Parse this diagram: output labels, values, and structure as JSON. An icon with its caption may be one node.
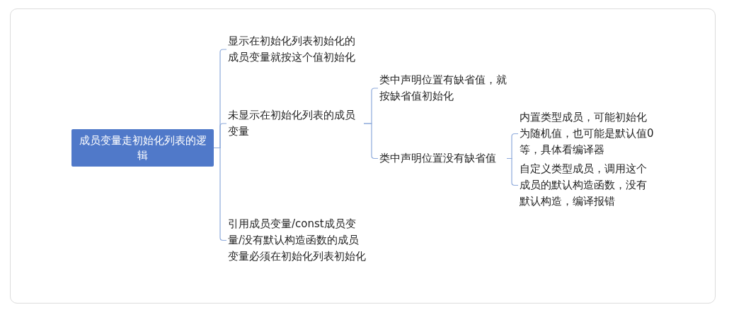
{
  "diagram": {
    "nodes": [
      {
        "text": [
          "成员变量走初始化列表的逻辑"
        ]
      },
      {
        "text": [
          "显示在初始化列表初始化的成员变量就按这个值初始化"
        ]
      },
      {
        "text": [
          "未显示在初始化列表的成员变量"
        ]
      },
      {
        "text": [
          "类中声明位置有缺省值，就按缺省值初始化"
        ]
      },
      {
        "text": [
          "类中声明位置没有缺省值"
        ]
      },
      {
        "text": [
          "内置类型成员，可能初始化为随机值，也可能是默认值0等，具体看编译器"
        ]
      },
      {
        "text": [
          "自定义类型成员，调用这个成员的默认构造函数，没有默认构造，编译报错"
        ]
      },
      {
        "text": [
          "引用成员变量/const成员变量/没有默认构造函数的成员变量必须在初始化列表初始化"
        ]
      }
    ],
    "edges": [
      {
        "from": 0,
        "to": 1,
        "arrow": "none"
      },
      {
        "from": 0,
        "to": 2,
        "arrow": "none"
      },
      {
        "from": 0,
        "to": 7,
        "arrow": "none"
      },
      {
        "from": 2,
        "to": 3,
        "arrow": "none"
      },
      {
        "from": 2,
        "to": 4,
        "arrow": "none"
      },
      {
        "from": 4,
        "to": 5,
        "arrow": "none"
      },
      {
        "from": 4,
        "to": 6,
        "arrow": "none"
      }
    ]
  }
}
